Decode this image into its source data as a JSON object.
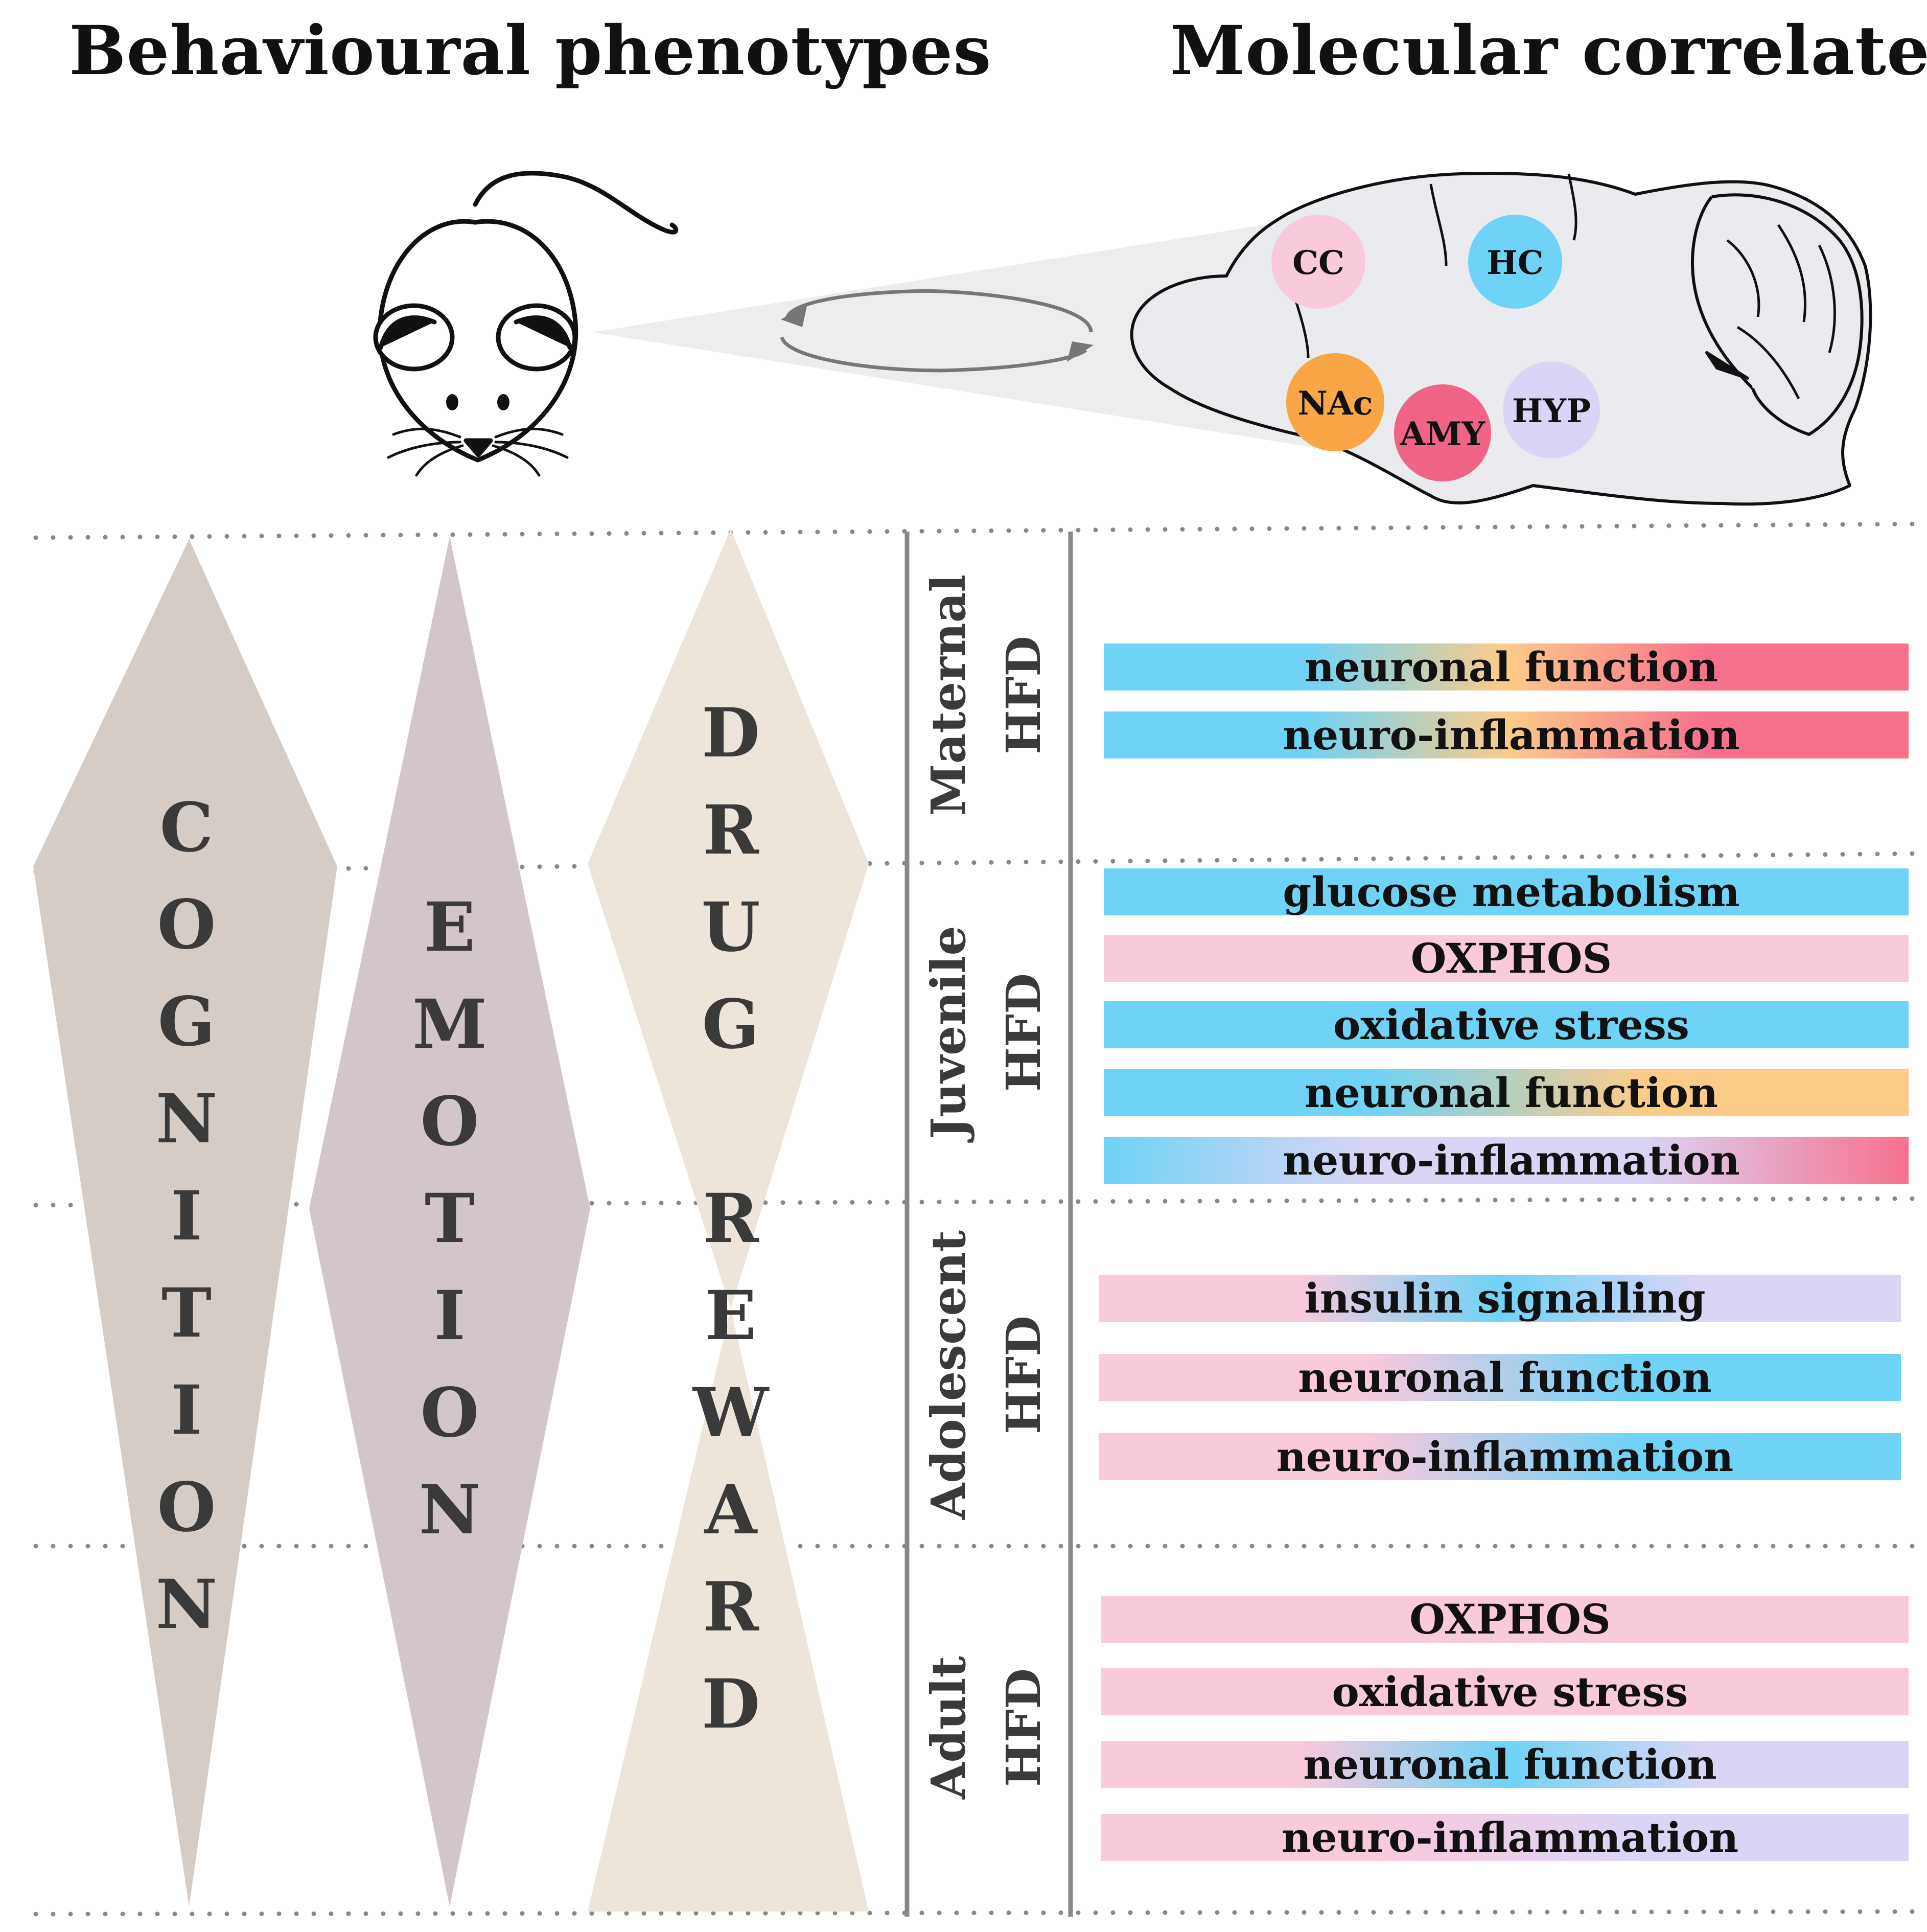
{
  "headings": {
    "left": "Behavioural phenotypes",
    "right": "Molecular correlates"
  },
  "brain_regions": [
    {
      "label": "CC",
      "color": "#F9C9DC"
    },
    {
      "label": "HC",
      "color": "#6ED3F7"
    },
    {
      "label": "NAc",
      "color": "#F8A646"
    },
    {
      "label": "AMY",
      "color": "#F06488"
    },
    {
      "label": "HYP",
      "color": "#DBD5F5"
    }
  ],
  "phenotypes": [
    {
      "word": "COGNITION",
      "letters": [
        "C",
        "O",
        "G",
        "N",
        "I",
        "T",
        "I",
        "O",
        "N"
      ],
      "color": "#D4CCC5"
    },
    {
      "word": "EMOTION",
      "letters": [
        "E",
        "M",
        "O",
        "T",
        "I",
        "O",
        "N"
      ],
      "color": "#D3C6C8"
    },
    {
      "word": "DRUG REWARD",
      "letters": [
        "D",
        "R",
        "U",
        "G",
        "",
        "R",
        "E",
        "W",
        "A",
        "R",
        "D"
      ],
      "color": "#EDE4DA"
    }
  ],
  "colors": {
    "blue": "#6ED3F7",
    "pink": "#F9C9DC",
    "red": "#F7708E",
    "orange": "#FCCB88",
    "lavender": "#DBD5F5",
    "divider": "#888888"
  },
  "groups": [
    {
      "line1": "Maternal",
      "line2": "HFD",
      "bars": [
        {
          "label": "neuronal function",
          "gradient": [
            "blue",
            "blue",
            "orange",
            "red",
            "red"
          ]
        },
        {
          "label": "neuro-inflammation",
          "gradient": [
            "blue",
            "blue",
            "orange",
            "red",
            "red"
          ]
        }
      ]
    },
    {
      "line1": "Juvenile",
      "line2": "HFD",
      "bars": [
        {
          "label": "glucose metabolism",
          "gradient": [
            "blue"
          ]
        },
        {
          "label": "OXPHOS",
          "gradient": [
            "pink"
          ]
        },
        {
          "label": "oxidative stress",
          "gradient": [
            "blue"
          ]
        },
        {
          "label": "neuronal function",
          "gradient": [
            "blue",
            "blue",
            "orange",
            "orange"
          ]
        },
        {
          "label": "neuro-inflammation",
          "gradient": [
            "blue",
            "lavender",
            "lavender",
            "red"
          ]
        }
      ]
    },
    {
      "line1": "Adolescent",
      "line2": "HFD",
      "bars": [
        {
          "label": "insulin signalling",
          "gradient": [
            "pink",
            "pink",
            "blue",
            "lavender",
            "lavender"
          ]
        },
        {
          "label": "neuronal function",
          "gradient": [
            "pink",
            "pink",
            "blue",
            "blue"
          ]
        },
        {
          "label": "neuro-inflammation",
          "gradient": [
            "pink",
            "pink",
            "blue",
            "blue"
          ]
        }
      ]
    },
    {
      "line1": "Adult",
      "line2": "HFD",
      "bars": [
        {
          "label": "OXPHOS",
          "gradient": [
            "pink"
          ]
        },
        {
          "label": "oxidative stress",
          "gradient": [
            "pink"
          ]
        },
        {
          "label": "neuronal function",
          "gradient": [
            "pink",
            "pink",
            "blue",
            "lavender",
            "lavender"
          ]
        },
        {
          "label": "neuro-inflammation",
          "gradient": [
            "pink",
            "pink",
            "lavender",
            "lavender"
          ]
        }
      ]
    }
  ]
}
